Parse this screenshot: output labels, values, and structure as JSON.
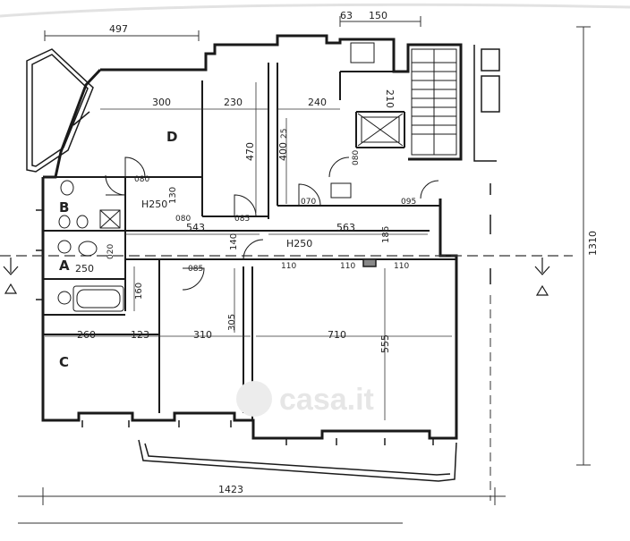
{
  "floor_plan": {
    "rooms": {
      "d": "D",
      "b": "B",
      "a": "A",
      "c": "C"
    },
    "dimensions": {
      "top_width": "497",
      "top_right_a": "63",
      "top_right_b": "150",
      "d_width": "300",
      "mid_width": "230",
      "right_width": "240",
      "stair_depth": "210",
      "mid_height": "470",
      "right_height": "400",
      "right_small": "25",
      "door_080_a": "080",
      "door_080_b": "080",
      "door_080_c": "080",
      "door_070": "070",
      "door_095": "095",
      "door_085_a": "085",
      "door_085_b": "085",
      "h250_b": "H250",
      "h250_corr": "H250",
      "b_depth": "130",
      "corr_left": "543",
      "corr_right": "563",
      "corr_h": "140",
      "corr_h2": "186",
      "a_width": "250",
      "a_side": "020",
      "bath_h": "160",
      "c_width": "260",
      "c_gap": "123",
      "mid_room_w": "310",
      "mid_room_h": "305",
      "big_room_w": "710",
      "big_room_h": "555",
      "w110_a": "110",
      "w110_b": "110",
      "w110_c": "110",
      "total_height": "1310",
      "total_width": "1423"
    },
    "watermark": "casa.it"
  }
}
